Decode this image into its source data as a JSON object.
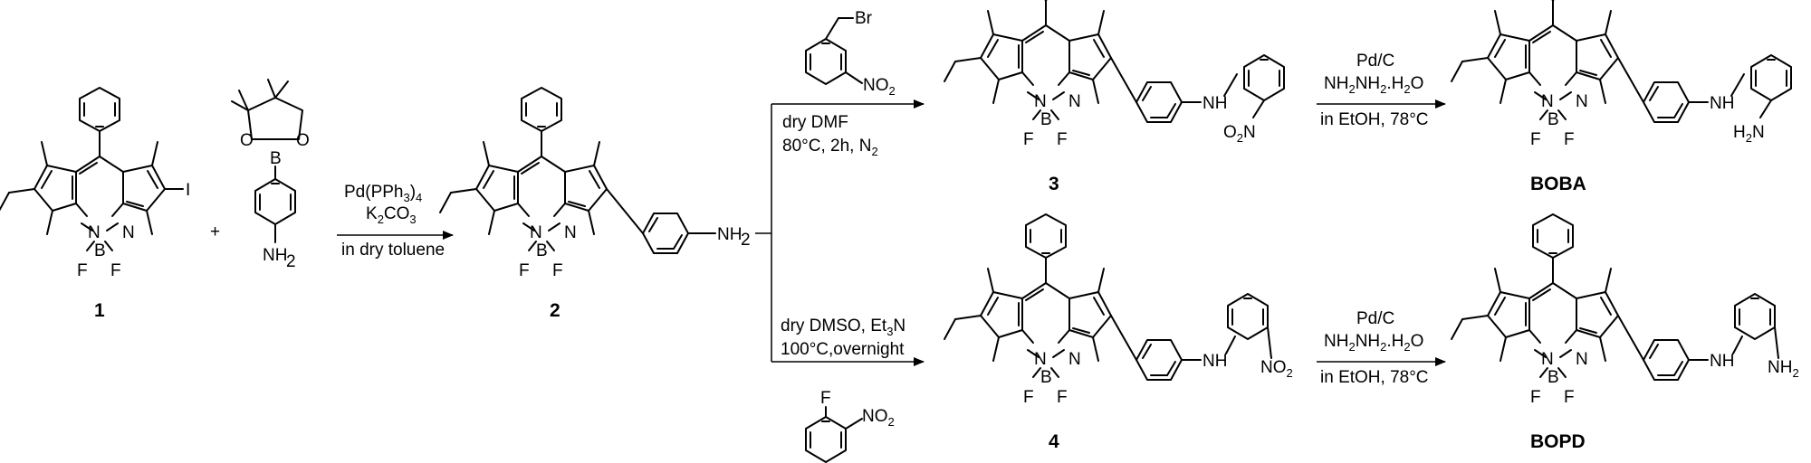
{
  "atoms": {
    "N": "N",
    "B": "B",
    "F": "F",
    "I": "I",
    "O": "O",
    "Br": "Br",
    "NH": "NH",
    "NH2": "NH",
    "H2N": "H",
    "NO2": "NO",
    "O2N": "O",
    "two": "2",
    "plus": "+"
  },
  "compounds": {
    "c1": "1",
    "c2": "2",
    "c3": "3",
    "c4": "4",
    "boba": "BOBA",
    "bopd": "BOPD"
  },
  "reagents": {
    "step1": {
      "l1a": "Pd(PPh",
      "l1sub": "3",
      "l1b": ")",
      "l1sub2": "4",
      "l2a": "K",
      "l2sub": "2",
      "l2b": "CO",
      "l2sub2": "3",
      "l3": "in dry toluene"
    },
    "step2": {
      "l1": "dry DMF",
      "l2a": "80°C, 2h, N",
      "l2sub": "2"
    },
    "step3": {
      "l1a": "dry DMSO, Et",
      "l1sub": "3",
      "l1b": "N",
      "l2": "100°C,overnight"
    },
    "step4": {
      "l1": "Pd/C",
      "l2a": "NH",
      "l2s1": "2",
      "l2b": "NH",
      "l2s2": "2",
      "l2c": ".H",
      "l2s3": "2",
      "l2d": "O",
      "l3": "in EtOH, 78°C"
    },
    "step5": {
      "l1": "Pd/C",
      "l2a": "NH",
      "l2s1": "2",
      "l2b": "NH",
      "l2s2": "2",
      "l2c": ".H",
      "l2s3": "2",
      "l2d": "O",
      "l3": "in EtOH, 78°C"
    }
  }
}
